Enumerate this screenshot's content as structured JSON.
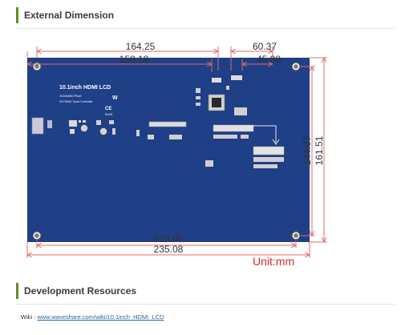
{
  "sections": {
    "external_dimension": {
      "title": "External Dimension"
    },
    "development_resources": {
      "title": "Development Resources"
    }
  },
  "diagram": {
    "pcb": {
      "title": "10.1inch HDMI LCD",
      "subtitle": "1024x600 Pixel",
      "controller": "HX7264H Touch Controller",
      "ce_mark": "CE",
      "rohs_mark": "RoHS"
    },
    "dimensions": {
      "top_outer": "164.25",
      "top_inner": "158.18",
      "port_outer": "60.37",
      "port_inner": "45.88",
      "right_inner": "144.07",
      "right_outer": "161.51",
      "bottom_inner": "219.05",
      "bottom_outer": "235.08"
    },
    "unit": "Unit:mm",
    "colors": {
      "pcb": "#1f3f86",
      "dimension_line": "#e06b6b",
      "unit_text": "#d62b2b",
      "section_bar": "#5e8f22"
    }
  },
  "wiki": {
    "label": "Wiki :",
    "link_text": "www.waveshare.com/wiki/10.1inch_HDMI_LCD"
  }
}
